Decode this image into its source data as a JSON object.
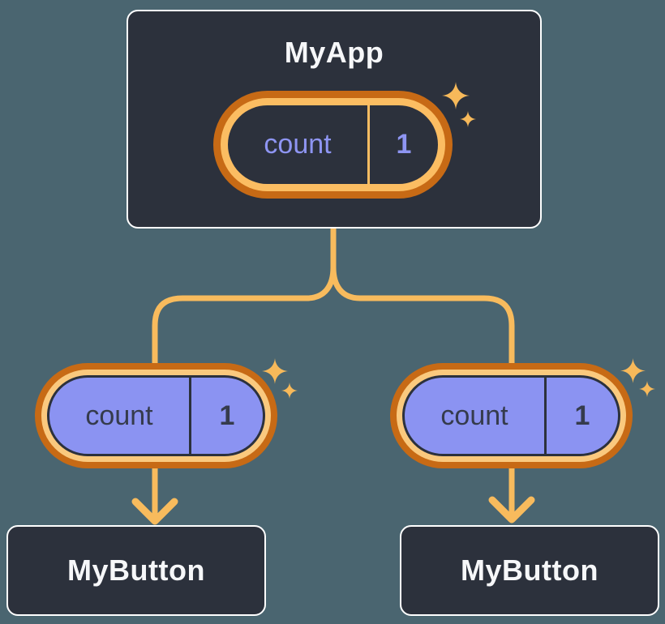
{
  "tree": {
    "root": {
      "label": "MyApp",
      "badge": {
        "name": "count",
        "value": "1"
      }
    },
    "children": [
      {
        "label": "MyButton",
        "badge": {
          "name": "count",
          "value": "1"
        }
      },
      {
        "label": "MyButton",
        "badge": {
          "name": "count",
          "value": "1"
        }
      }
    ]
  },
  "icons": {
    "sparkles": "sparkles-icon",
    "arrow_down": "arrow-down-icon"
  },
  "colors": {
    "page_background": "#4A6570",
    "node_background": "#2C313C",
    "node_border": "#FFFFFF",
    "node_text": "#F6F7F9",
    "pill_ring_dark_orange": "#C76A15",
    "pill_ring_light_orange": "#FBBD62",
    "pill_ring_pale_orange": "#FAC97E",
    "connector_orange": "#F8BB5D",
    "sparkle_orange": "#F7B95A",
    "lavender_fill": "#8B93F2",
    "lavender_text": "#8E95F2",
    "dark_text": "#353B4C"
  }
}
